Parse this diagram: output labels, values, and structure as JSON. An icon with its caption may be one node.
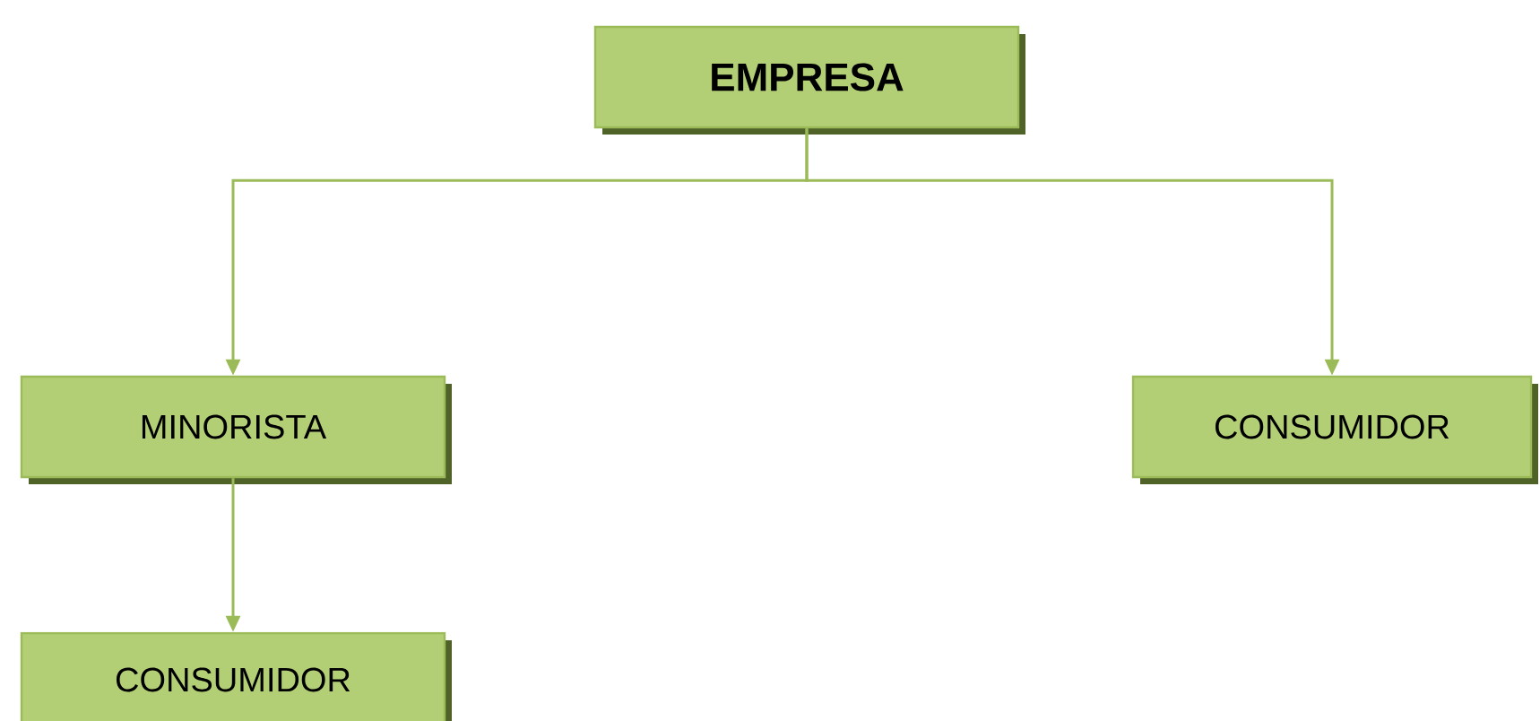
{
  "diagram": {
    "nodes": [
      {
        "text": [
          "EMPRESA"
        ]
      },
      {
        "text": [
          "MINORISTA"
        ]
      },
      {
        "text": [
          "CONSUMIDOR"
        ]
      },
      {
        "text": [
          "CONSUMIDOR"
        ]
      }
    ],
    "edges": [
      {
        "from": 0,
        "to": 1,
        "arrow": "to"
      },
      {
        "from": 0,
        "to": 2,
        "arrow": "to"
      },
      {
        "from": 1,
        "to": 3,
        "arrow": "to"
      }
    ]
  }
}
